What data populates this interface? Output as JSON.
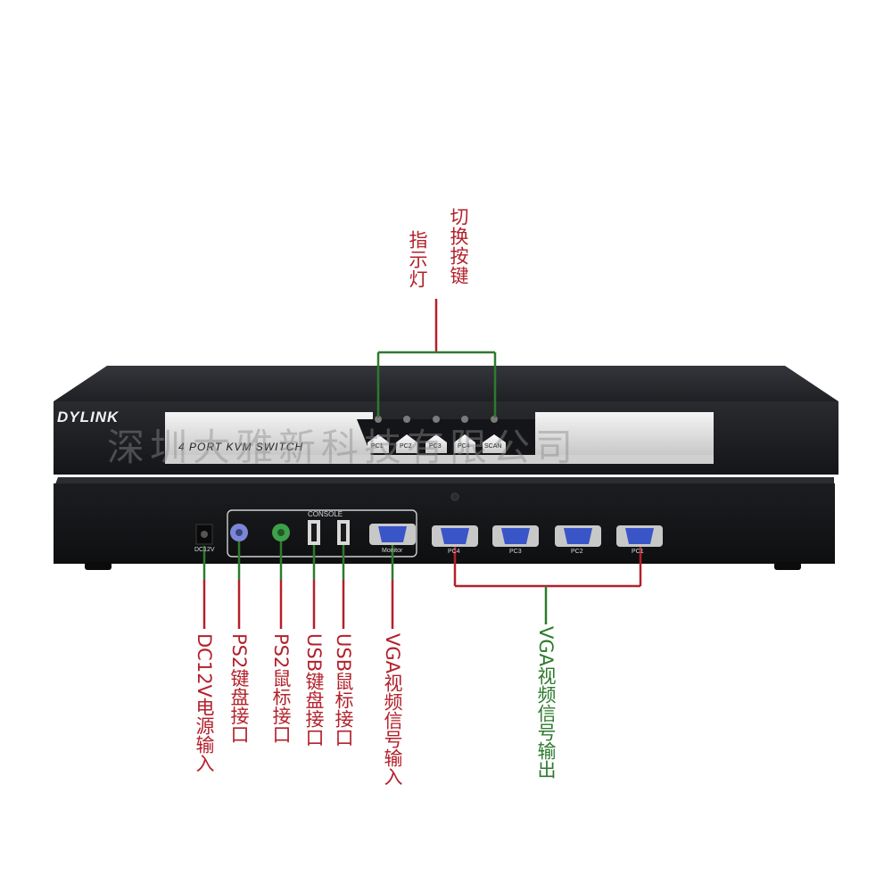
{
  "device": {
    "brand": "DYLINK",
    "model_label": "4 PORT KVM SWITCH",
    "front_buttons": [
      "PC1",
      "PC2",
      "PC3",
      "PC4",
      "SCAN"
    ],
    "rear_labels": {
      "dc": "DC12V",
      "console": "CONSOLE",
      "monitor": "Monitor",
      "pc4": "PC4",
      "pc3": "PC3",
      "pc2": "PC2",
      "pc1": "PC1"
    }
  },
  "callouts": {
    "indicator_light": "指示灯",
    "switch_button": "切换按键",
    "dc_input": "DC12V电源输入",
    "ps2_keyboard": "PS2键盘接口",
    "ps2_mouse": "PS2鼠标接口",
    "usb_keyboard": "USB键盘接口",
    "usb_mouse": "USB鼠标接口",
    "vga_input": "VGA视频信号输入",
    "vga_output": "VGA视频信号输出"
  },
  "watermark": "深圳大雅新科技有限公司",
  "colors": {
    "red_line": "#b3212b",
    "green_line": "#2e7a2e",
    "chassis": "#1d1e21",
    "vga_blue": "#3a55c8",
    "ps2_purple": "#7c86d6",
    "ps2_green": "#3fa04a"
  }
}
